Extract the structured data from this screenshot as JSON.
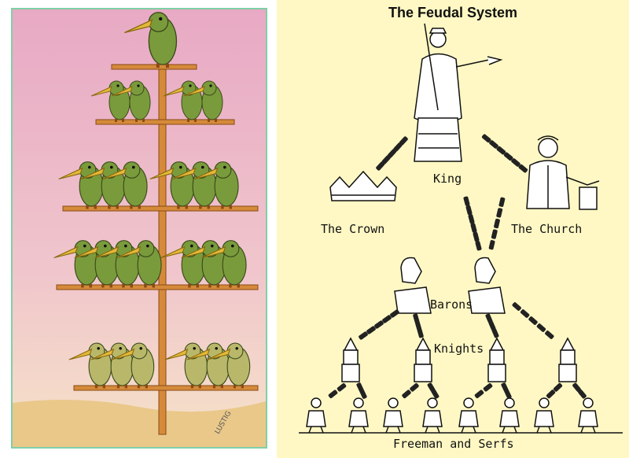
{
  "diagram": {
    "title": "The Feudal System",
    "labels": {
      "king": "King",
      "crown": "The Crown",
      "church": "The Church",
      "barons": "Barons",
      "knights": "Knights",
      "serfs": "Freeman and Serfs"
    }
  },
  "cartoon": {
    "signature": "LUSTIG"
  },
  "colors": {
    "sky_top": "#e8a9c4",
    "sky_bottom": "#f6e2c8",
    "ground": "#e9c88a",
    "trunk": "#d58a3a",
    "bird_green": "#7a9b3c",
    "beak_yellow": "#e4b93a",
    "background_right": "#fff8c4"
  }
}
